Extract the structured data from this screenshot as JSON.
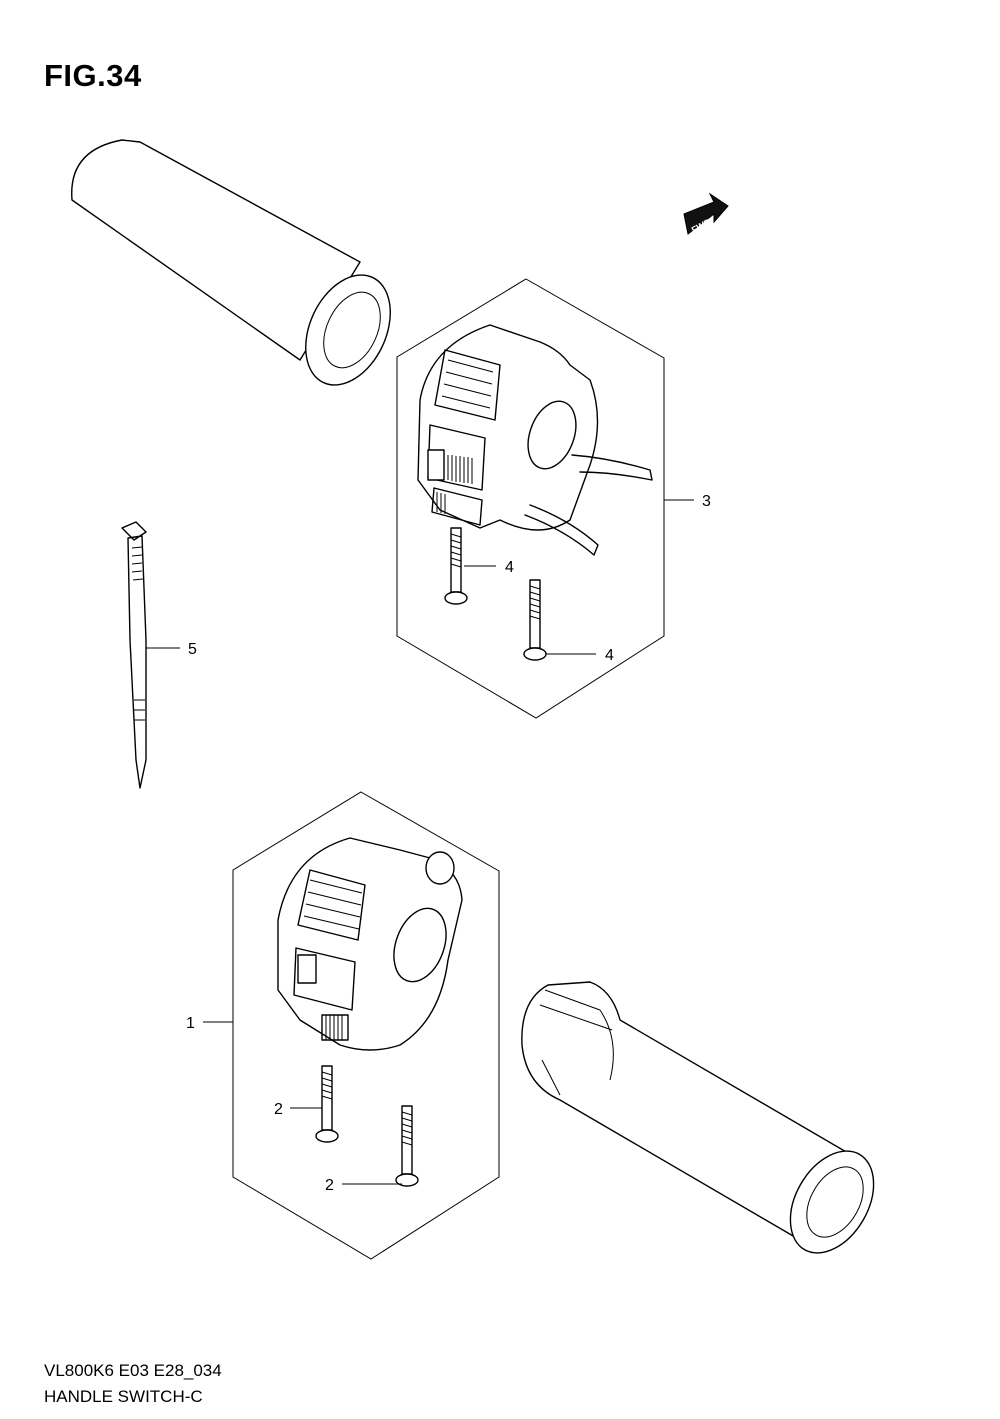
{
  "figure": {
    "title": "FIG.34",
    "model_code": "VL800K6 E03 E28_034",
    "section_name": "HANDLE SWITCH-C",
    "fwd_label": "FWD"
  },
  "callouts": [
    {
      "id": "1",
      "label": "1"
    },
    {
      "id": "2a",
      "label": "2"
    },
    {
      "id": "2b",
      "label": "2"
    },
    {
      "id": "3",
      "label": "3"
    },
    {
      "id": "4a",
      "label": "4"
    },
    {
      "id": "4b",
      "label": "4"
    },
    {
      "id": "5",
      "label": "5"
    }
  ]
}
